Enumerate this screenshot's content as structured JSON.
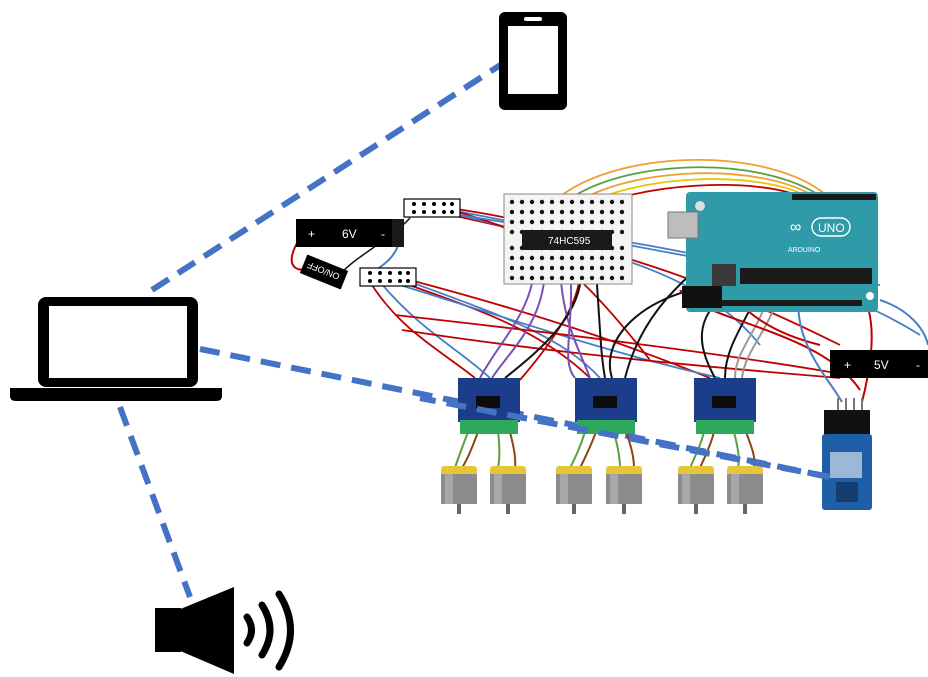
{
  "battery_6v": {
    "plus": "+",
    "voltage": "6V",
    "minus": "-"
  },
  "battery_5v": {
    "plus": "+",
    "voltage": "5V",
    "minus": "-"
  },
  "switch": {
    "label": "ON/OFF"
  },
  "shift_register": {
    "label": "74HC595"
  },
  "arduino": {
    "logo": "∞",
    "model": "UNO",
    "brand": "ARDUINO"
  },
  "colors": {
    "link": "#4472c4",
    "wire_red": "#c00000",
    "wire_blue": "#4a7dc4",
    "wire_black": "#111111",
    "wire_purple": "#7b4fb3",
    "wire_orange": "#f0a030",
    "wire_yellow": "#e6c800",
    "wire_green": "#5aa040",
    "wire_gray": "#999999",
    "arduino_body": "#2f9aa8",
    "driver_board": "#1c3e8a",
    "terminal_green": "#2ea85a",
    "motor_gray": "#8c8c8c",
    "motor_cap": "#e7c53a",
    "bt_module": "#1f5fa8"
  },
  "icons": [
    "smartphone-icon",
    "laptop-icon",
    "speaker-icon"
  ]
}
